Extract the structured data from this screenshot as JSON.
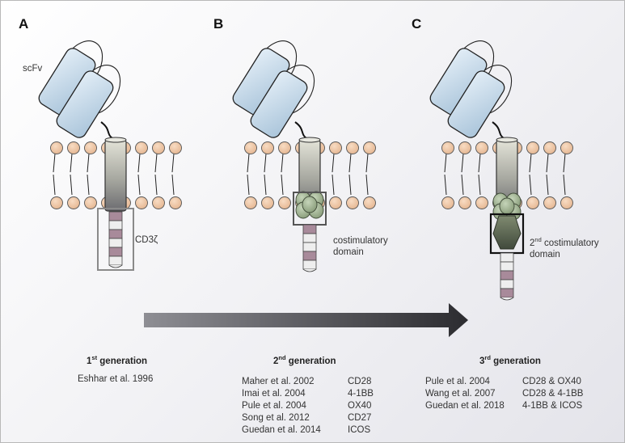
{
  "panels": {
    "a": "A",
    "b": "B",
    "c": "C"
  },
  "labels": {
    "scfv": "scFv",
    "cd3z": "CD3ζ",
    "costim_line1": "costimulatory",
    "costim_line2": "domain",
    "costim2_prefix": "2",
    "costim2_sup": "nd",
    "costim2_line1": " costimulatory",
    "costim2_line2": "domain"
  },
  "generations": [
    {
      "num": "1",
      "sup": "st",
      "word": " generation",
      "refs": [
        {
          "ref": "Eshhar et al. 1996",
          "domain": ""
        }
      ]
    },
    {
      "num": "2",
      "sup": "nd",
      "word": " generation",
      "refs": [
        {
          "ref": "Maher et al. 2002",
          "domain": "CD28"
        },
        {
          "ref": "Imai et al. 2004",
          "domain": "4-1BB"
        },
        {
          "ref": "Pule et al. 2004",
          "domain": "OX40"
        },
        {
          "ref": "Song et al. 2012",
          "domain": "CD27"
        },
        {
          "ref": "Guedan et al. 2014",
          "domain": "ICOS"
        }
      ]
    },
    {
      "num": "3",
      "sup": "rd",
      "word": " generation",
      "refs": [
        {
          "ref": "Pule et al. 2004",
          "domain": "CD28 & OX40"
        },
        {
          "ref": "Wang et al. 2007",
          "domain": "CD28 & 4-1BB"
        },
        {
          "ref": "Guedan et al. 2018",
          "domain": "4-1BB & ICOS"
        }
      ]
    }
  ],
  "colors": {
    "scfv_fill": "#bcd4e6",
    "lipid_head": "#f2c9a8",
    "costim_green": "#9fb58f",
    "costim_dark": "#596651",
    "stripe_mauve": "#a88a9a",
    "arrow_dark": "#3a3a3a"
  }
}
